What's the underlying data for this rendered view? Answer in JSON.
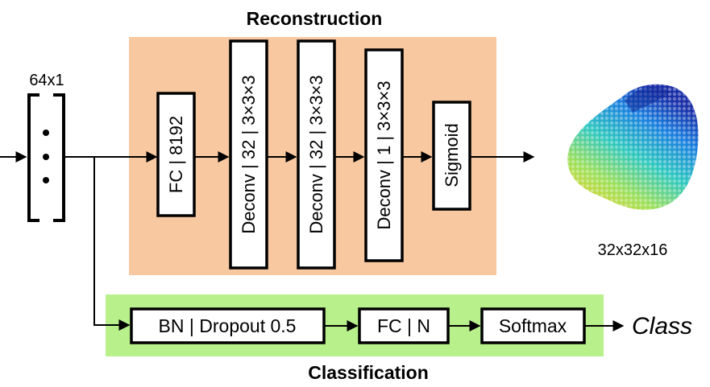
{
  "reconstruction": {
    "title": "Reconstruction",
    "blocks": [
      "FC | 8192",
      "Deconv | 32 | 3×3×3",
      "Deconv | 32 | 3×3×3",
      "Deconv | 1 | 3×3×3",
      "Sigmoid"
    ],
    "background_color": "#f8c8a0"
  },
  "classification": {
    "title": "Classification",
    "blocks": [
      "BN | Dropout 0.5",
      "FC | N",
      "Softmax"
    ],
    "output_label": "Class",
    "background_color": "#b8f08c"
  },
  "input": {
    "size_label": "64x1"
  },
  "output": {
    "size_label": "32x32x16",
    "image": "3d-voxel-shape-icon"
  }
}
